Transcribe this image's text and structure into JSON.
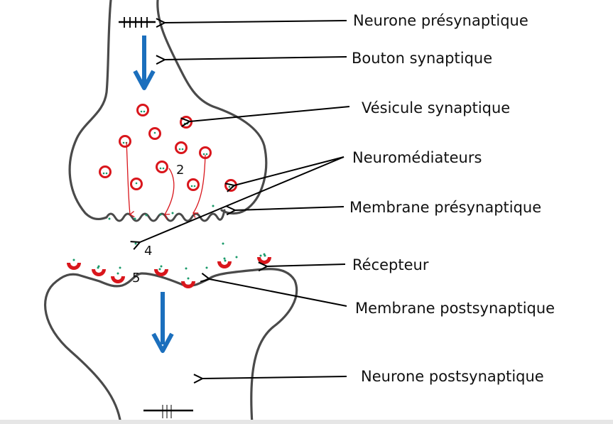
{
  "title": "Schéma d'une synapse chimique",
  "colors": {
    "outline": "#4a4a4a",
    "vesicle": "#d9161c",
    "neurotransmitter": "#1a9a6a",
    "flow_arrow": "#1b6fbd",
    "pointer": "#000000",
    "background": "#ffffff"
  },
  "labels": [
    {
      "id": "presynaptic-neuron",
      "text": "Neurone présynaptique"
    },
    {
      "id": "synaptic-button",
      "text": "Bouton synaptique"
    },
    {
      "id": "synaptic-vesicle",
      "text": "Vésicule synaptique"
    },
    {
      "id": "neurotransmitters",
      "text": "Neuromédiateurs"
    },
    {
      "id": "presynaptic-membrane",
      "text": "Membrane présynaptique"
    },
    {
      "id": "receptor",
      "text": "Récepteur"
    },
    {
      "id": "postsynaptic-membrane",
      "text": "Membrane postsynaptique"
    },
    {
      "id": "postsynaptic-neuron",
      "text": "Neurone postsynaptique"
    }
  ],
  "step_numbers": [
    "2",
    "4",
    "5"
  ],
  "signals": {
    "presynaptic_spikes": 5,
    "postsynaptic_spikes": 3
  }
}
